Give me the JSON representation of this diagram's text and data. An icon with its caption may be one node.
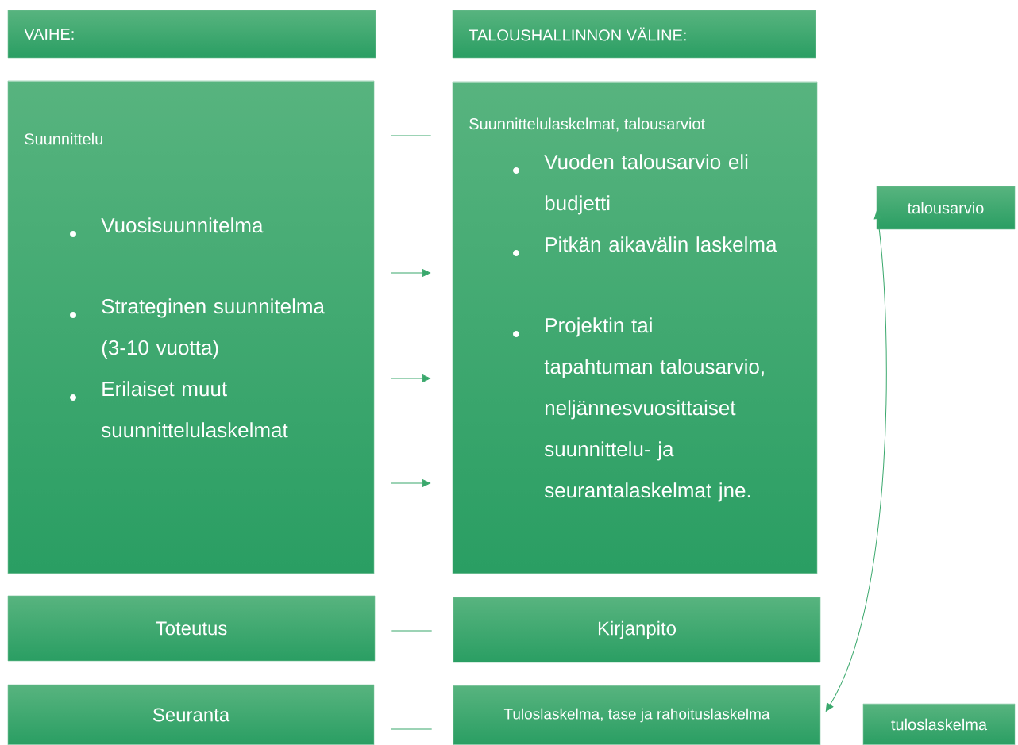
{
  "diagram": {
    "nodes": [
      {
        "text": [
          "VAIHE:"
        ]
      },
      {
        "text": [
          "TALOUSHALLINNON VÄLINE:"
        ]
      },
      {
        "text": [
          "Suunnittelu",
          "Vuosisuunnitelma",
          "Strateginen suunnitelma (3-10 vuotta)",
          "Erilaiset muut suunnittelulaskelmat"
        ]
      },
      {
        "text": [
          "Suunnittelulaskelmat, talousarviot",
          "Vuoden talousarvio eli budjetti",
          "Pitkän aikavälin laskelma",
          "Projektin tai tapahtuman talousarvio, neljännesvuosittaiset suunnittelu- ja seurantalaskelmat jne."
        ]
      },
      {
        "text": [
          "Toteutus"
        ]
      },
      {
        "text": [
          "Kirjanpito"
        ]
      },
      {
        "text": [
          "Seuranta"
        ]
      },
      {
        "text": [
          "Tuloslaskelma, tase ja rahoituslaskelma"
        ]
      },
      {
        "text": [
          "talousarvio"
        ]
      },
      {
        "text": [
          "tuloslaskelma"
        ]
      }
    ],
    "edges": [
      {
        "from": 2,
        "to": 3,
        "arrow": "none"
      },
      {
        "from": 2,
        "to": 3,
        "arrow": "to"
      },
      {
        "from": 2,
        "to": 3,
        "arrow": "to"
      },
      {
        "from": 2,
        "to": 3,
        "arrow": "to"
      },
      {
        "from": 4,
        "to": 5,
        "arrow": "none"
      },
      {
        "from": 6,
        "to": 7,
        "arrow": "none"
      },
      {
        "from": 8,
        "to": 7,
        "arrow": "both"
      }
    ]
  }
}
